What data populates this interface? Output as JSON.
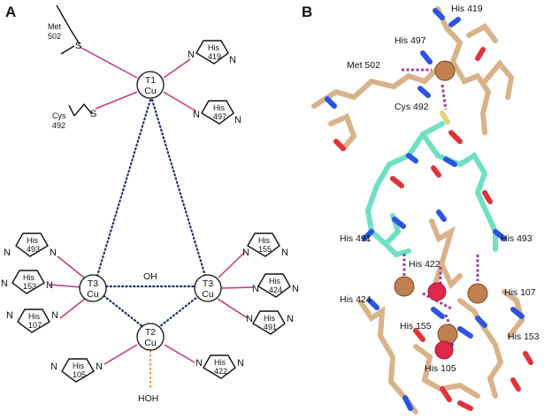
{
  "panels": {
    "a": "A",
    "b": "B"
  },
  "panel_a": {
    "t1": {
      "name": "T1",
      "element": "Cu"
    },
    "t2": {
      "name": "T2",
      "element": "Cu"
    },
    "t3_left": {
      "name": "T3",
      "element": "Cu"
    },
    "t3_right": {
      "name": "T3",
      "element": "Cu"
    },
    "bridge_label": "OH",
    "water_label": "HOH",
    "met": {
      "name": "Met",
      "num": "502"
    },
    "cys": {
      "name": "Cys",
      "num": "492"
    },
    "ring_atom": "N",
    "his": [
      {
        "name": "His",
        "num": "419"
      },
      {
        "name": "His",
        "num": "497"
      },
      {
        "name": "His",
        "num": "493"
      },
      {
        "name": "His",
        "num": "153"
      },
      {
        "name": "His",
        "num": "107"
      },
      {
        "name": "His",
        "num": "155"
      },
      {
        "name": "His",
        "num": "424"
      },
      {
        "name": "His",
        "num": "491"
      },
      {
        "name": "His",
        "num": "105"
      },
      {
        "name": "His",
        "num": "422"
      }
    ],
    "colors": {
      "coordination": "#c2377f",
      "contact": "#1f2f6b",
      "water_bond": "#f08a3a"
    }
  },
  "panel_b": {
    "labels": [
      "His 419",
      "His 497",
      "Met 502",
      "Cys 492",
      "His 491",
      "His 493",
      "His 422",
      "His 424",
      "His 107",
      "His 155",
      "His 153",
      "His 105"
    ],
    "colors": {
      "carbon": "#d9b28a",
      "t1_chain_carbon": "#6fe0c2",
      "nitrogen": "#2b55e0",
      "oxygen": "#e0323a",
      "copper": "#c0804f",
      "water": "#e0284a",
      "hbond": "#a23aa8"
    }
  }
}
